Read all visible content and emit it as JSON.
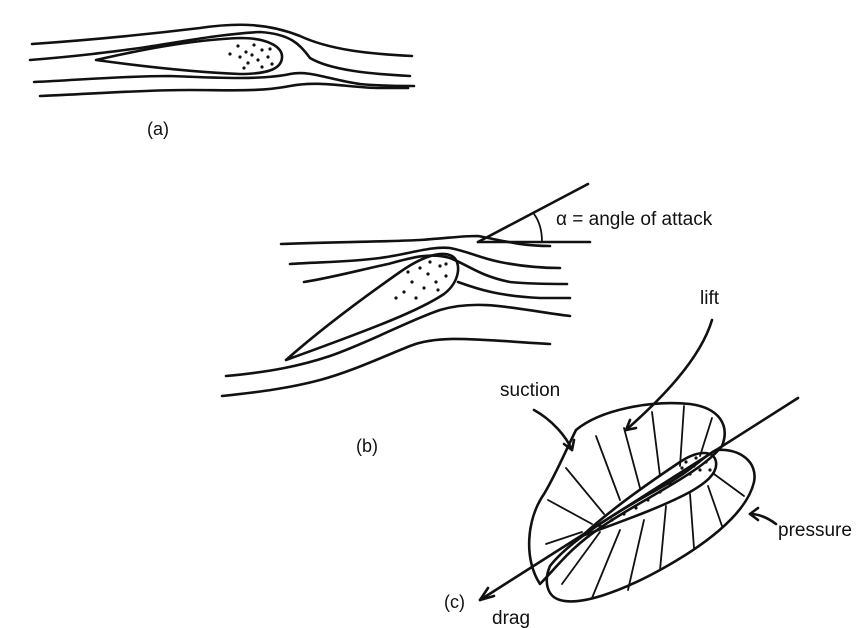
{
  "diagram": {
    "panels": {
      "a": {
        "caption": "(a)"
      },
      "b": {
        "caption": "(b)",
        "angle_label": "α = angle of attack"
      },
      "c": {
        "caption": "(c)",
        "labels": {
          "lift": "lift",
          "suction": "suction",
          "pressure": "pressure",
          "drag": "drag"
        }
      }
    },
    "colors": {
      "ink": "#111111",
      "background": "#ffffff"
    }
  }
}
